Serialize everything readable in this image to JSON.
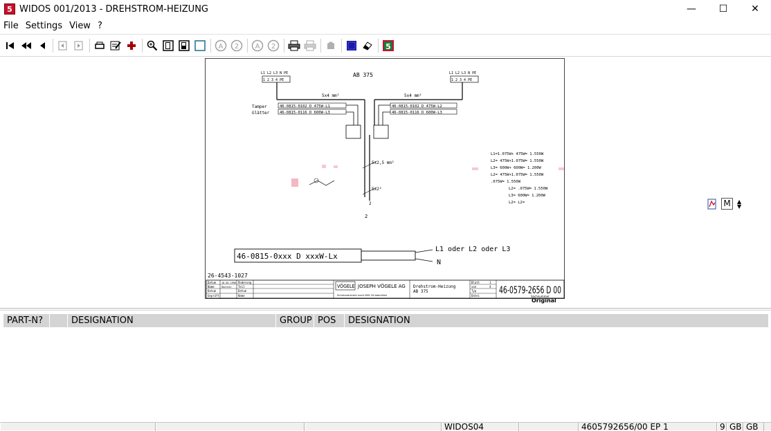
{
  "window": {
    "title": "WIDOS 001/2013 - DREHSTROM-HEIZUNG",
    "icon_glyph": "5",
    "minimize_glyph": "—",
    "maximize_glyph": "☐",
    "close_glyph": "✕"
  },
  "menu": [
    "File",
    "Settings",
    "View",
    "?"
  ],
  "toolbar": {
    "icons": [
      "first-page-icon",
      "previous-fast-icon",
      "previous-icon",
      "back-disabled-icon",
      "forward-disabled-icon",
      "print-list-icon",
      "edit-list-icon",
      "add-red-cross-icon",
      "zoom-icon",
      "page-view-icon",
      "page-select-icon",
      "frame-icon",
      "circle-a-icon",
      "circle-2-icon",
      "circle-a2-icon",
      "circle-2b-icon",
      "printer-icon",
      "printer-disabled-icon",
      "stamp-disabled-icon",
      "blue-grid-icon",
      "eraser-icon",
      "widos-icon"
    ]
  },
  "drawing": {
    "title": "AB 375",
    "left_terminal_labels": "L1 L2 L3  N  PE",
    "left_terminal_numbers": "1  2  3  4  PE",
    "right_terminal_labels": "L1 L2 L3  N  PE",
    "right_terminal_numbers": "1  2  3  4  PE",
    "cable_left": "5x4 mm²",
    "cable_right": "5x4 mm²",
    "label_tamper": "Tamper",
    "label_glaetter": "Glätter",
    "part_left_1": "46-0815-0102 D  475W-L1",
    "part_left_2": "46-0815-0116 D  600W-L3",
    "part_right_1": "46-0815-0102 D  475W-L2",
    "part_right_2": "46-0815-0116 D  600W-L3",
    "cable_main": "5x2,5 mm²",
    "cable_lower": "5x2²",
    "junction_2a": "2",
    "junction_2b": "2",
    "load_table": [
      "L1=1.075W+  475W= 1.550W",
      "L2=  475W+1.075W= 1.550W",
      "L3=  600W+  600W= 1.200W",
      "L2=  475W+1.075W= 1.550W",
      "         .075W= 1.550W",
      "L2=  .075W= 1.550W",
      "L3=  600W= 1.200W",
      "L2=  L2="
    ],
    "element_label": "46-0815-0xxx D xxxW-Lx",
    "phase_label": "L1 oder L2 oder L3",
    "neutral_label": "N",
    "drawing_no": "26-4543-1027",
    "title_block": {
      "col1": [
        "Datum",
        "Name",
        "Datum",
        "Geprüft"
      ],
      "col2": [
        "10.05.1996",
        "Hoerner",
        "",
        ""
      ],
      "col3": [
        "Änderung",
        "Teil",
        "Datum",
        "Name"
      ],
      "logo": "VÖGELE",
      "company": "JOSEPH VÖGELE AG",
      "note": "Schutzvermerk nach DIN 34 beachten",
      "desc_line1": "Drehstrom-Heizung",
      "desc_line2": "AB 375",
      "sheet_labels": [
        "Blatt",
        "von",
        "Typ",
        "Datei"
      ],
      "sheet_values": [
        "1",
        "4",
        "",
        ""
      ],
      "doc_number": "46-0579-2656 D 00",
      "doc_number_label": "Sachnummer"
    },
    "original_label": "Original"
  },
  "side_tools": {
    "m_label": "M",
    "arrows": "▲\n▼"
  },
  "parts_table": {
    "headers": [
      "PART-N?",
      "",
      "DESIGNATION",
      "GROUP",
      "POS",
      "DESIGNATION"
    ]
  },
  "statusbar": {
    "cells": [
      "",
      "",
      "",
      "WIDOS04",
      "",
      "4605792656/00 EP 1",
      "9",
      "GB",
      "GB"
    ]
  }
}
